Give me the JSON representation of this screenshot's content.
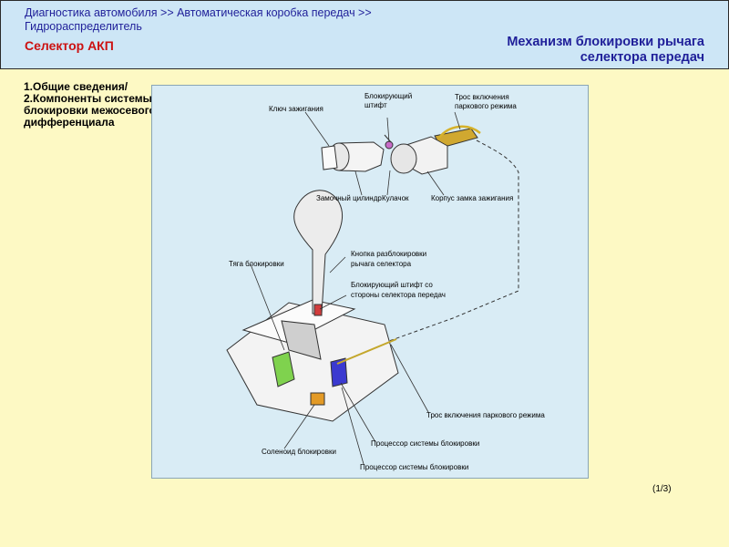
{
  "header": {
    "breadcrumb": "Диагностика автомобиля >> Автоматическая коробка передач >> Гидрораспределитель",
    "section": "Селектор АКП",
    "page_title_line1": "Механизм блокировки рычага",
    "page_title_line2": "селектора передач"
  },
  "toc": {
    "item1": "1.Общие сведения/",
    "item2_line1": "2.Компоненты системы",
    "item2_line2": "блокировки межосевого",
    "item2_line3": "дифференциала"
  },
  "diagram": {
    "labels": {
      "ignition_key": "Ключ зажигания",
      "lock_pin_1": "Блокирующий",
      "lock_pin_2": "штифт",
      "park_cable_top_1": "Трос включения",
      "park_cable_top_2": "паркового  режима",
      "lock_cylinder": "Замочный цилиндр",
      "cam": "Кулачок",
      "ignition_housing": "Корпус замка зажигания",
      "release_button_1": "Кнопка разблокировки",
      "release_button_2": "рычага селектора",
      "lock_rod": "Тяга блокировки",
      "selector_pin_1": "Блокирующий штифт со",
      "selector_pin_2": "стороны селектора передач",
      "park_cable_bottom": "Трос включения паркового  режима",
      "lock_processor_1": "Процессор системы блокировки",
      "lock_solenoid": "Соленоид блокировки",
      "lock_processor_2": "Процессор системы блокировки"
    }
  },
  "pager": "(1/3)"
}
